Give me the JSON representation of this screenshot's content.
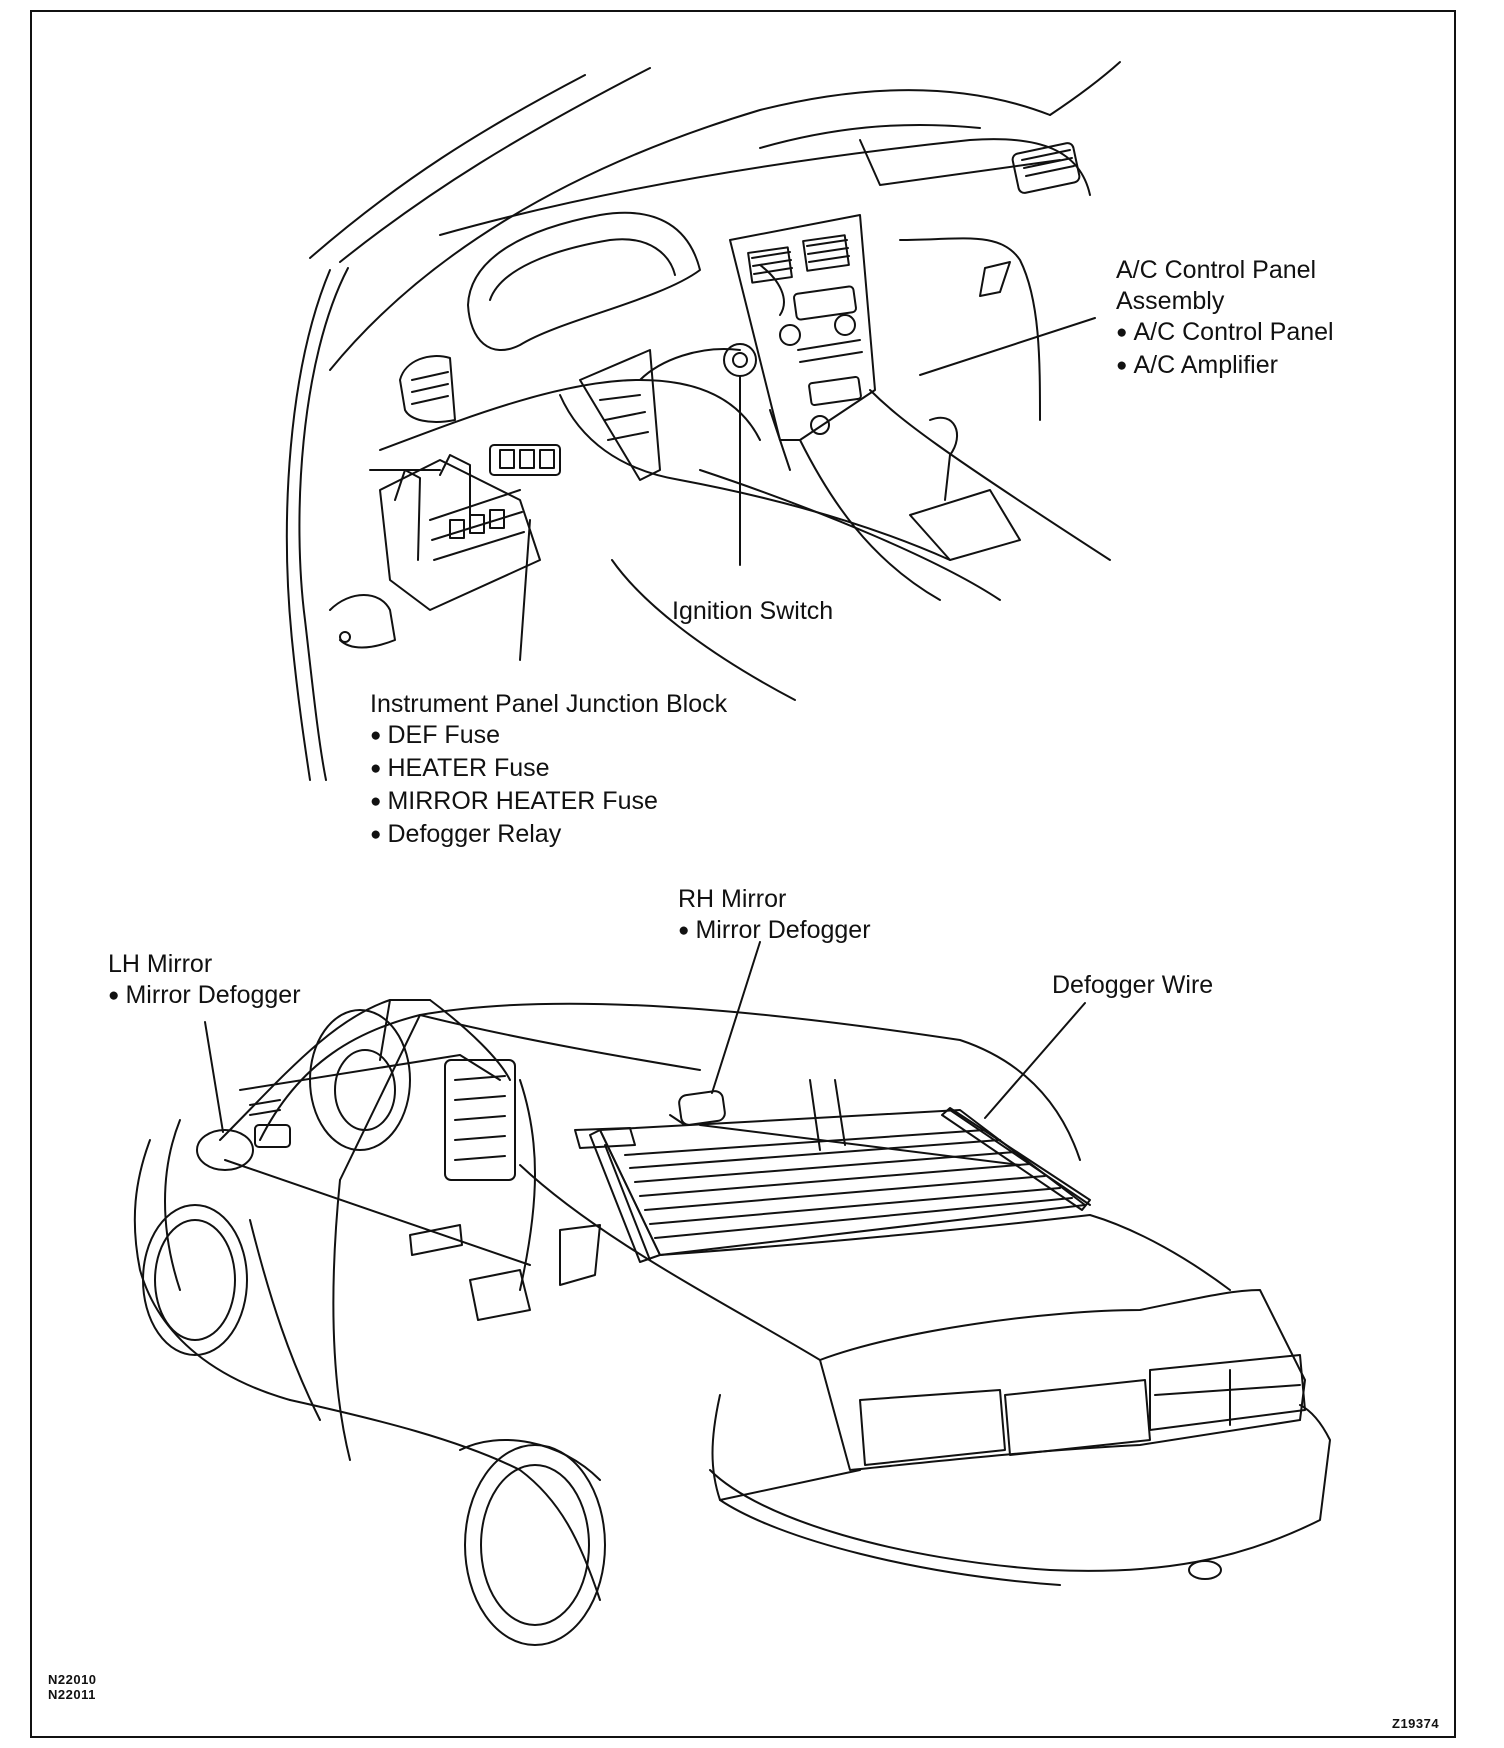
{
  "labels": {
    "ac": {
      "title_line1": "A/C Control Panel",
      "title_line2": "Assembly",
      "items": [
        "A/C Control Panel",
        "A/C Amplifier"
      ]
    },
    "ignition": "Ignition Switch",
    "junction": {
      "title": "Instrument Panel Junction Block",
      "items": [
        "DEF Fuse",
        "HEATER Fuse",
        "MIRROR HEATER Fuse",
        "Defogger Relay"
      ]
    },
    "rh_mirror": {
      "title": "RH Mirror",
      "items": [
        "Mirror Defogger"
      ]
    },
    "lh_mirror": {
      "title": "LH Mirror",
      "items": [
        "Mirror Defogger"
      ]
    },
    "defogger_wire": "Defogger Wire"
  },
  "codes": {
    "left_line1": "N22010",
    "left_line2": "N22011",
    "right": "Z19374"
  },
  "colors": {
    "ink": "#111111",
    "background": "#ffffff"
  }
}
